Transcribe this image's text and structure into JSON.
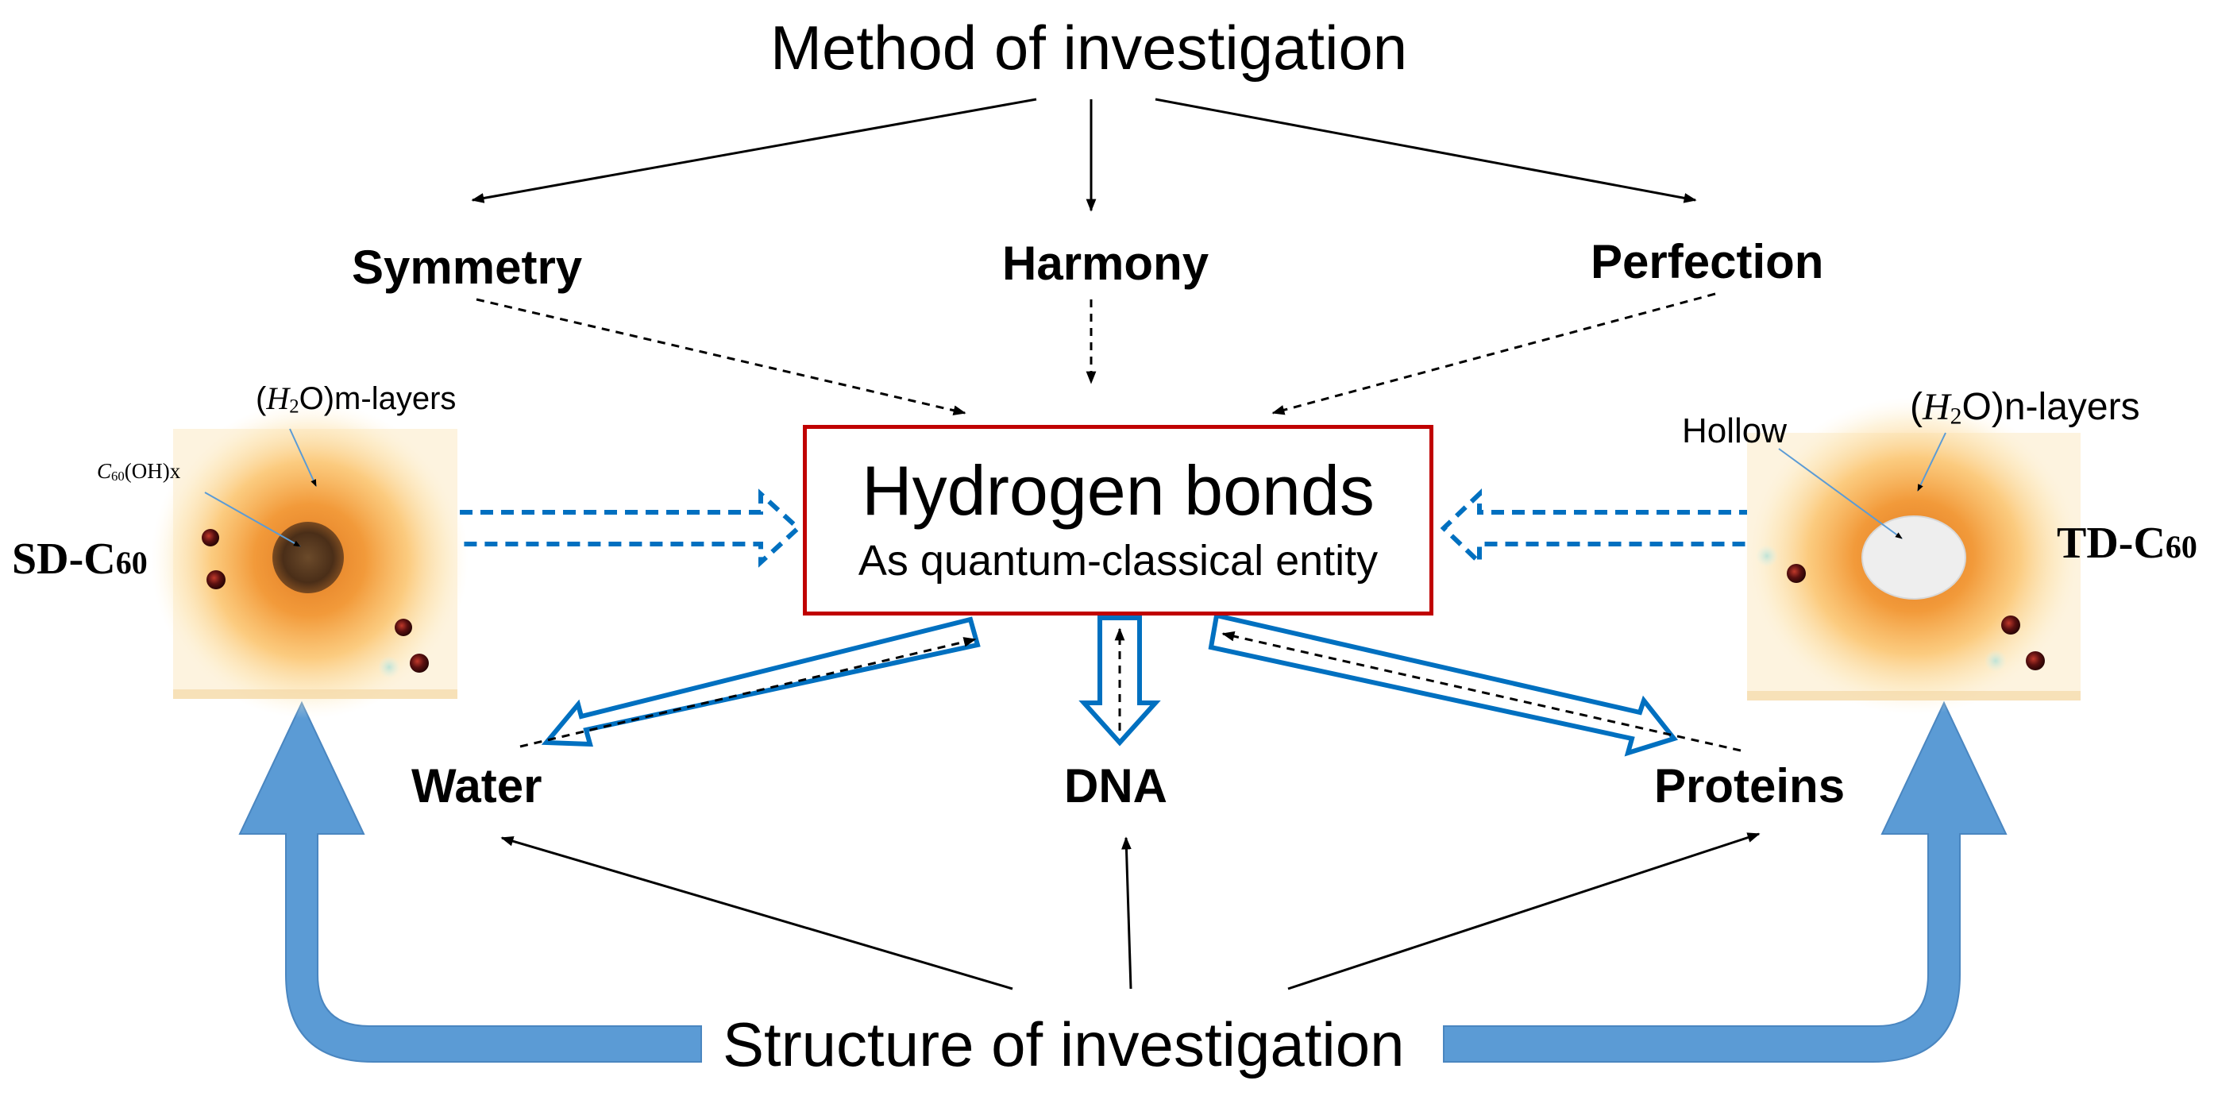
{
  "top_label": "Method of investigation",
  "bottom_label": "Structure of investigation",
  "methods": {
    "symmetry": "Symmetry",
    "harmony": "Harmony",
    "perfection": "Perfection"
  },
  "center": {
    "title": "Hydrogen bonds",
    "subtitle": "As quantum-classical entity"
  },
  "systems": {
    "water": "Water",
    "dna": "DNA",
    "proteins": "Proteins"
  },
  "left_particle": {
    "name_prefix": "SD-C",
    "name_num": "60",
    "layer_h": "H",
    "layer_sub": "2",
    "layer_rest": "O)m-layers",
    "core_c": "C",
    "core_sub": "60",
    "core_rest": "(OH)x"
  },
  "right_particle": {
    "name_prefix": "TD-C",
    "name_num": "60",
    "hollow": "Hollow",
    "layer_h": "H",
    "layer_sub": "2",
    "layer_rest": "O)n-layers"
  },
  "colors": {
    "center_border": "#c00000",
    "blue_outline": "#0070c0",
    "blue_fill": "#5b9bd5",
    "halo_core": "#f5a742"
  }
}
